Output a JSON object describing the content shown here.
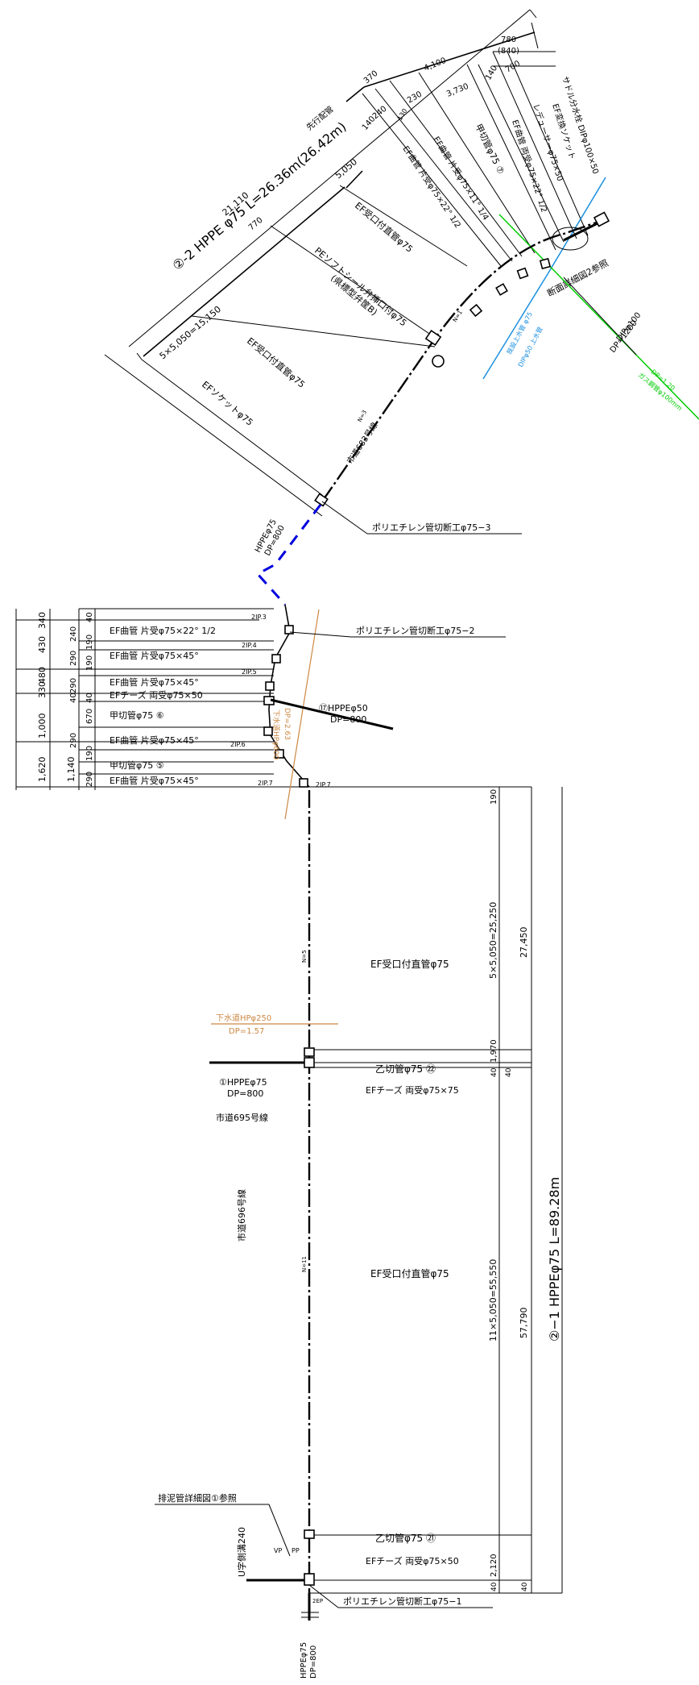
{
  "header": {
    "line_title": "②-2  HPPE φ75  L=26.36m(26.42m)",
    "pre_laid": "先行配管",
    "total_dim": "21,110",
    "dims_top": [
      "780",
      "(840)",
      "4,100",
      "370",
      "3,730",
      "140",
      "700",
      "140",
      "240",
      "230",
      "130"
    ],
    "dim_5050": "5,050",
    "dim_770": "770",
    "dim_15150": "5×5,050=15,150"
  },
  "upper_labels": {
    "ef_socket": "EFソケットφ75",
    "ef_straight_1": "EF受口付直管φ75",
    "pe_valve": "PEソフトシール弁挿口付φ75",
    "pe_valve_sub": "(県標型弁筐B)",
    "ef_straight_2": "EF受口付直管φ75",
    "ef_bend_22": "EF曲管 片受φ75×22° 1/2",
    "ef_bend_11": "EF曲管 片受φ75×11° 1/4",
    "ef_bend_both": "EF曲管 両受φ75×22° 1/2",
    "kou_cut_7": "甲切管φ75 ⑦",
    "reducer": "レデューサーφ75×50",
    "saddle_1": "サドル分水栓 DIPφ100×50",
    "saddle_2": "EF変換ソケット",
    "detail_ref": "断面詳細図2参照",
    "dip_100": "DIPφ100",
    "dip_dp": "DP=1200",
    "gas": "ガス鋼管φ100mm",
    "gas_dp": "DP=1.20",
    "blue_1": "既設上水管 φ75",
    "blue_2": "DIPφ50 上水管",
    "road_683": "市道683号線",
    "n3": "N=3",
    "n1": "N=1",
    "cut_75_3": "ポリエチレン管切断工φ75−3",
    "hppe_75": "HPPEφ75",
    "hppe_dp": "DP=800"
  },
  "middle_table": {
    "rows": [
      {
        "label": "EF曲管 片受φ75×22° 1/2",
        "ip": "2IP.3"
      },
      {
        "label": "EF曲管 片受φ75×45°",
        "ip": "2IP.4"
      },
      {
        "label": "EF曲管 片受φ75×45°",
        "ip": "2IP.5"
      },
      {
        "label": "EFチーズ 両受φ75×50",
        "ip": ""
      },
      {
        "label": "甲切管φ75 ⑥",
        "ip": ""
      },
      {
        "label": "EF曲管 片受φ75×45°",
        "ip": "2IP.6"
      },
      {
        "label": "甲切管φ75 ⑤",
        "ip": ""
      },
      {
        "label": "EF曲管 片受φ75×45°",
        "ip": "2IP.7"
      }
    ],
    "left_dims": [
      "340",
      "430",
      "480",
      "330",
      "1,000",
      "1,140",
      "1,620"
    ],
    "inner_dims": [
      "40",
      "240",
      "190",
      "290",
      "190",
      "290",
      "40",
      "40",
      "670",
      "290",
      "190",
      "290"
    ],
    "cut_75_2": "ポリエチレン管切断工φ75−2",
    "hppe50": "⑰HPPEφ50",
    "hppe50_dp": "DP=800",
    "sewer_600": "下水道HPφ600",
    "sewer_600_dp": "DP=2.63"
  },
  "lower": {
    "ip7": "2IP.7",
    "ef_straight_top": "EF受口付直管φ75",
    "dim_5x": "5×5,050=25,250",
    "dim_27450": "27,450",
    "dim_190": "190",
    "sewer_250": "下水道HPφ250",
    "sewer_250_dp": "DP=1.57",
    "otsu_22": "乙切管φ75 ㉒",
    "dim_1970": "1,970",
    "tee_1": "EFチーズ 両受φ75×75",
    "dim_40a": "40",
    "dim_40b": "40",
    "hppe_1": "①HPPEφ75",
    "hppe_1_dp": "DP=800",
    "road_695": "市道695号線",
    "road_696": "市道696号線",
    "n5": "N=5",
    "n11": "N=11",
    "ef_straight_bottom": "EF受口付直管φ75",
    "dim_11x": "11×5,050=55,550",
    "dim_57790": "57,790",
    "main_title": "②−1  HPPEφ75  L=89.28m",
    "drain_ref": "排泥管詳細図①参照",
    "u_ditch": "U字側溝240",
    "vp": "VP",
    "pp": "PP",
    "otsu_21": "乙切管φ75 ㉑",
    "dim_2120": "2,120",
    "dim_40c": "40",
    "dim_40d": "40",
    "tee_2": "EFチーズ 両受φ75×50",
    "ip2p": "2EP",
    "cut_75_1": "ポリエチレン管切断工φ75−1",
    "bottom_hppe": "HPPEφ75",
    "bottom_dp": "DP=800"
  },
  "colors": {
    "blue": "#0000dd",
    "green": "#00cc00",
    "orange": "#cc8844",
    "sky": "#1a8fe0"
  }
}
